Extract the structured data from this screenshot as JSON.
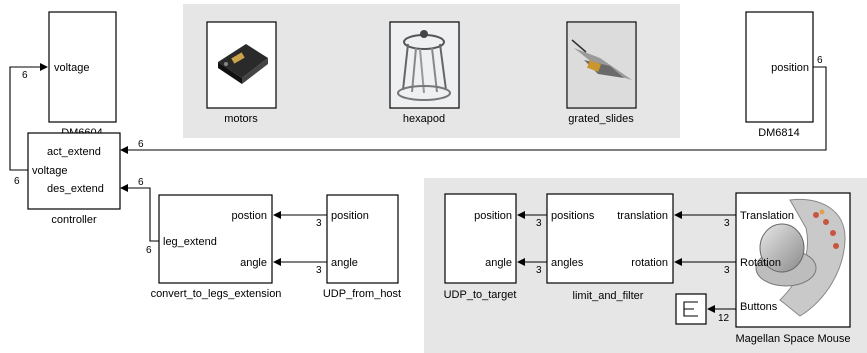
{
  "blocks": {
    "dm6604": {
      "name": "DM6604",
      "port_voltage": "voltage"
    },
    "dm6814": {
      "name": "DM6814",
      "port_position": "position"
    },
    "controller": {
      "name": "controller",
      "port_act_extend": "act_extend",
      "port_voltage": "voltage",
      "port_des_extend": "des_extend"
    },
    "convert": {
      "name": "convert_to_legs_extension",
      "port_leg_extend": "leg_extend",
      "port_postion": "postion",
      "port_angle": "angle"
    },
    "udp_from_host": {
      "name": "UDP_from_host",
      "port_position": "position",
      "port_angle": "angle"
    },
    "udp_to_target": {
      "name": "UDP_to_target",
      "port_position": "position",
      "port_angle": "angle"
    },
    "limit_filter": {
      "name": "limit_and_filter",
      "port_positions": "positions",
      "port_angles": "angles",
      "port_translation": "translation",
      "port_rotation": "rotation"
    },
    "space_mouse": {
      "name": "Magellan Space Mouse",
      "port_translation": "Translation",
      "port_rotation": "Rotation",
      "port_buttons": "Buttons"
    }
  },
  "images": {
    "motors": "motors",
    "hexapod": "hexapod",
    "grated_slides": "grated_slides"
  },
  "signal_widths": {
    "dm6814_out": "6",
    "controller_act_extend_in": "6",
    "dm6604_voltage_in": "6",
    "controller_voltage_out": "6",
    "controller_des_extend_in": "6",
    "leg_extend_out": "6",
    "postion_in": "3",
    "angle_in": "3",
    "positions_out": "3",
    "angles_out": "3",
    "translation_in": "3",
    "rotation_in": "3",
    "buttons_out": "12"
  }
}
